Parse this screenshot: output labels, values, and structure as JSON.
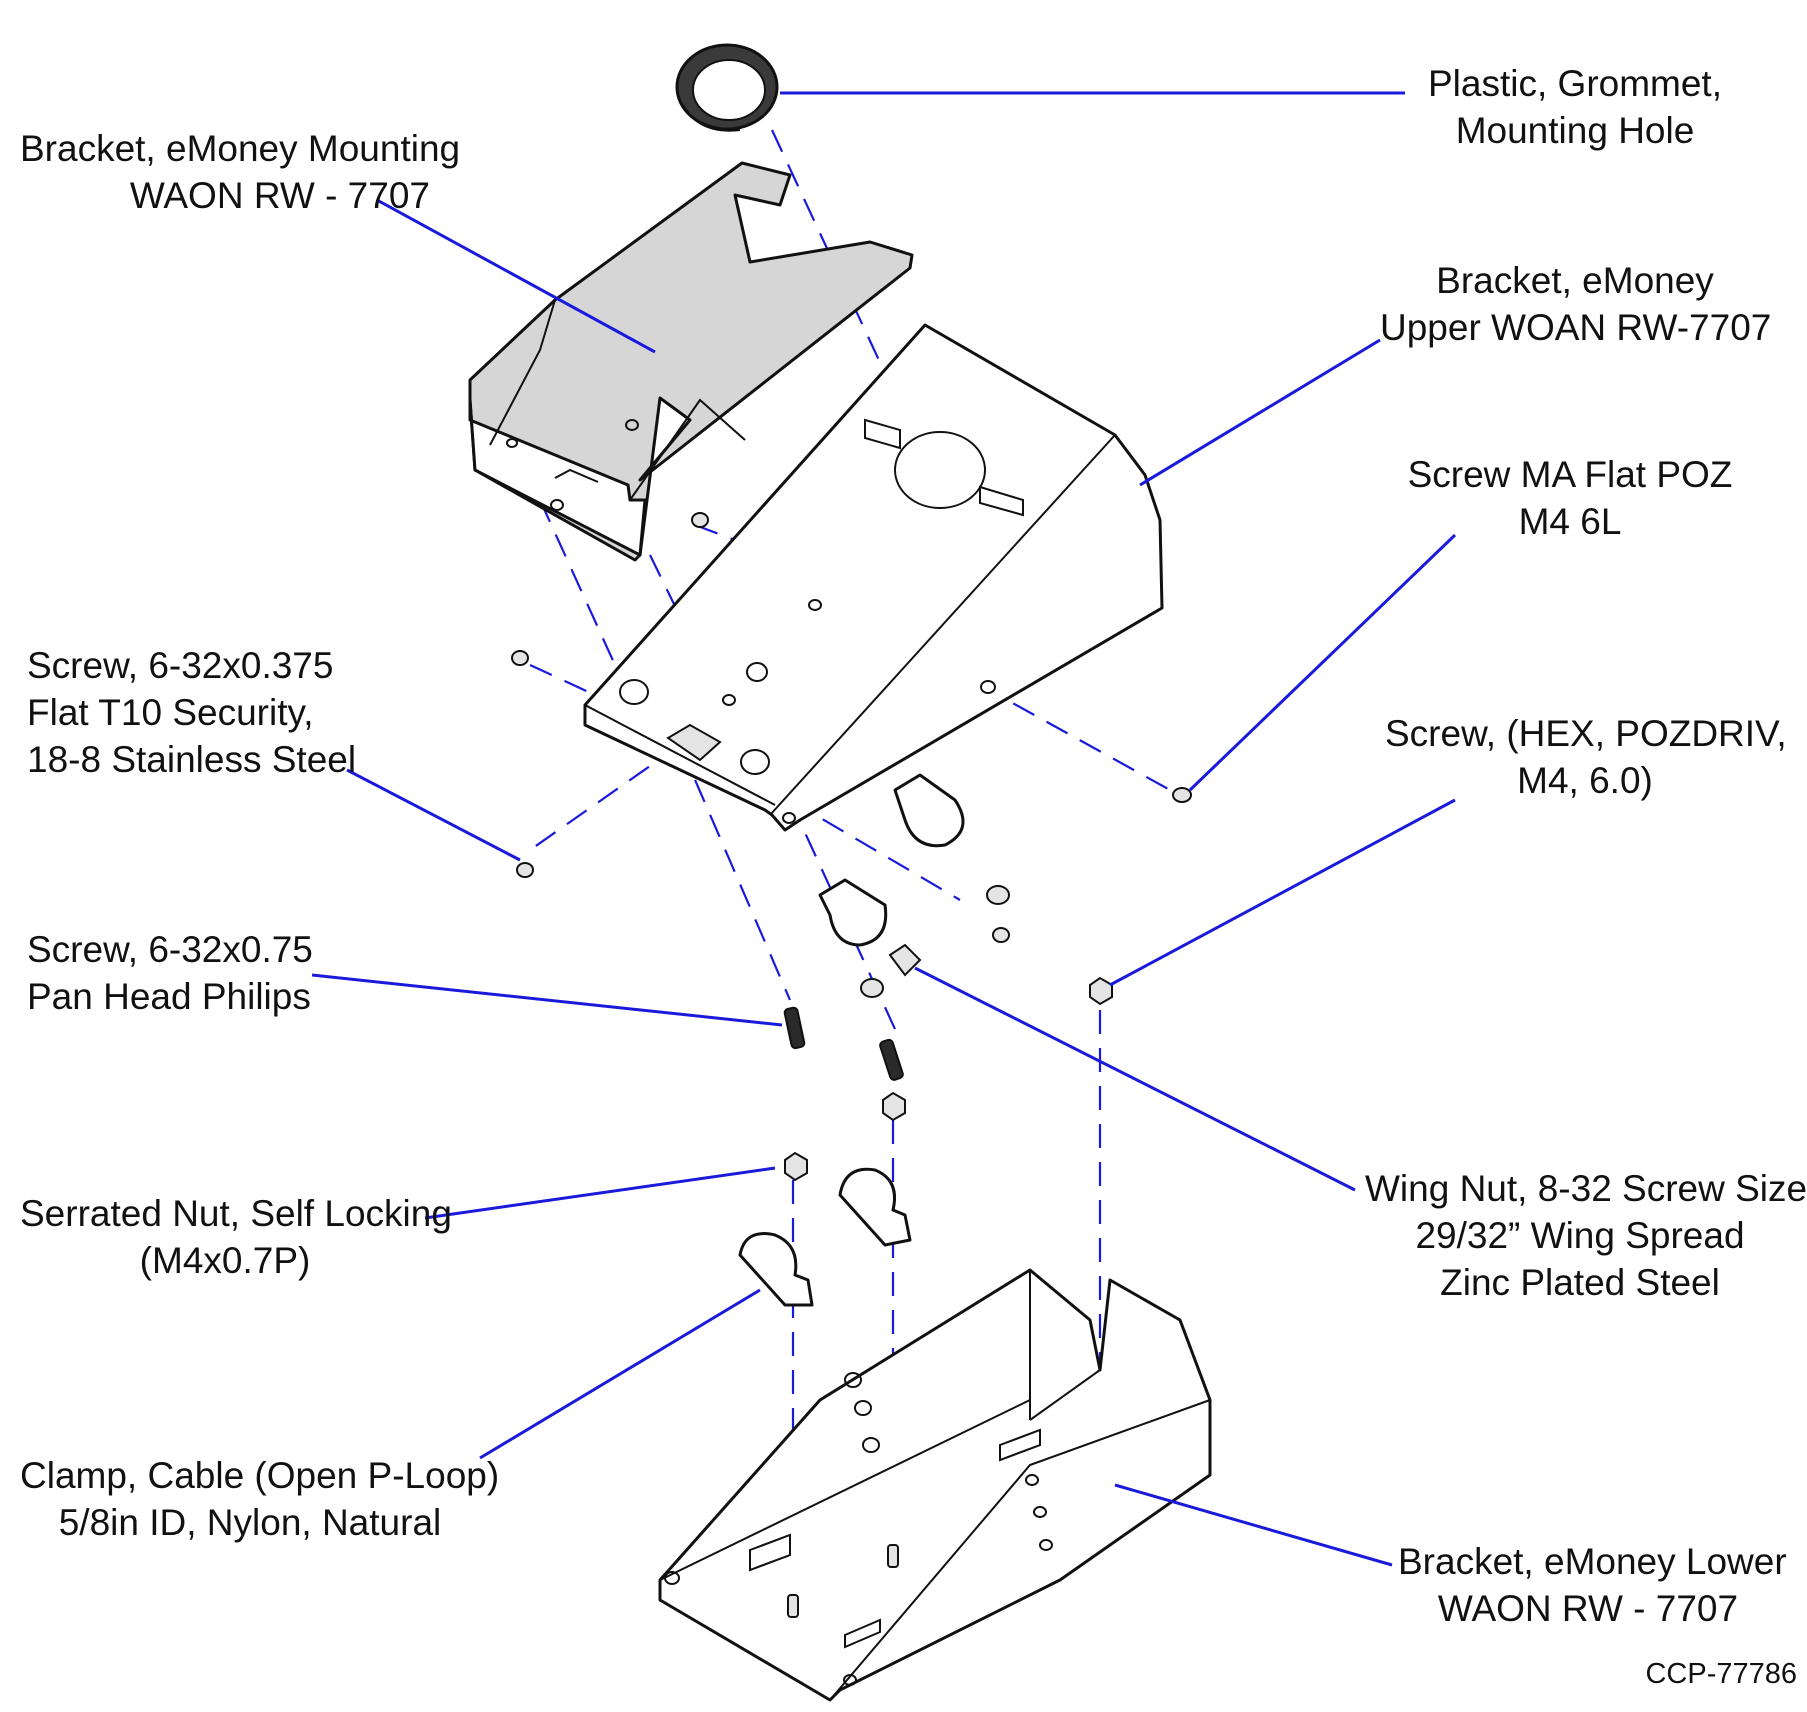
{
  "callouts": {
    "grommet": [
      "Plastic, Grommet,",
      "Mounting Hole"
    ],
    "bracket_mounting": [
      "Bracket, eMoney Mounting",
      "WAON RW - 7707"
    ],
    "bracket_upper": [
      "Bracket, eMoney",
      "Upper WOAN RW-7707"
    ],
    "screw_ma_flat": [
      "Screw MA Flat POZ",
      "M4 6L"
    ],
    "screw_632_0375": [
      "Screw, 6-32x0.375",
      "Flat T10 Security,",
      "18-8 Stainless Steel"
    ],
    "screw_hex": [
      "Screw, (HEX, POZDRIV,",
      "M4, 6.0)"
    ],
    "screw_632_075": [
      "Screw, 6-32x0.75",
      "Pan Head Philips"
    ],
    "wing_nut": [
      "Wing Nut, 8-32 Screw Size",
      "29/32” Wing Spread",
      "Zinc Plated Steel"
    ],
    "serrated_nut": [
      "Serrated Nut, Self Locking",
      "(M4x0.7P)"
    ],
    "clamp": [
      "Clamp, Cable (Open P-Loop)",
      "5/8in ID, Nylon, Natural"
    ],
    "bracket_lower": [
      "Bracket, eMoney Lower",
      "WAON RW - 7707"
    ]
  },
  "figure_id": "CCP-77786",
  "colors": {
    "leader_line": "#1a1adc",
    "outline": "#111111",
    "part_fill_grey": "#d6d6d6"
  }
}
